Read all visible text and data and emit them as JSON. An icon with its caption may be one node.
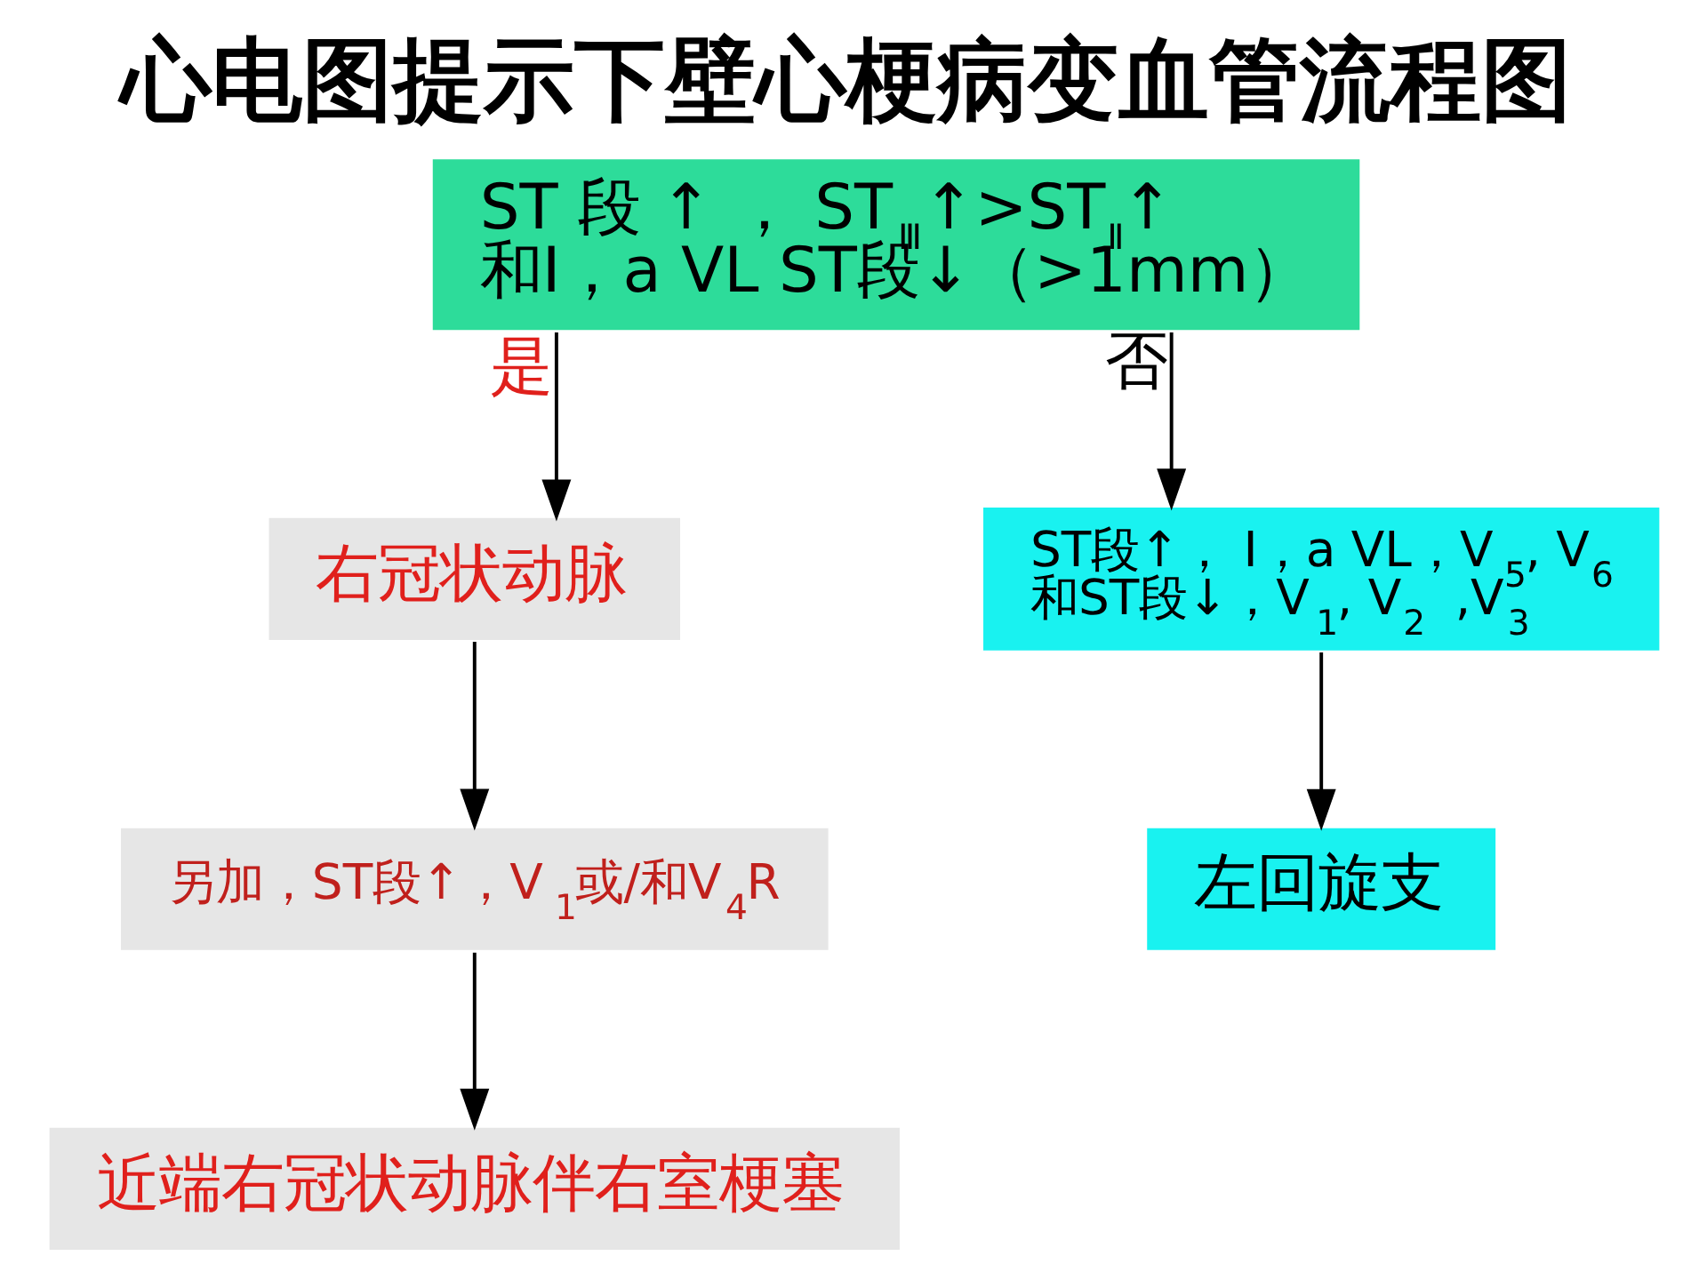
{
  "diagram": {
    "title": "心电图提示下壁心梗病变血管流程图",
    "nodes": [
      {
        "text": [
          "ST 段 ↑ ， ST$_{Ⅲ}$↑>ST$_{Ⅱ}$↑ 和Ⅰ，a VL ST段↓（>1mm）"
        ]
      },
      {
        "text": [
          "右冠状动脉"
        ]
      },
      {
        "text": [
          "另加，ST段↑，V$_{1}$或/和V$_{4}$R"
        ]
      },
      {
        "text": [
          "近端右冠状动脉伴右室梗塞"
        ]
      },
      {
        "text": [
          "ST段↑， Ⅰ，a VL，V$_{5}$, V$_{6}$ 和ST段↓，V$_{1}$, V$_{2}$ ,V$_{3}$"
        ]
      },
      {
        "text": [
          "左回旋支"
        ]
      }
    ],
    "edges": [
      {
        "from": 0,
        "to": 1,
        "arrow": "to",
        "label": "是"
      },
      {
        "from": 0,
        "to": 4,
        "arrow": "to",
        "label": "否"
      },
      {
        "from": 1,
        "to": 2,
        "arrow": "to"
      },
      {
        "from": 2,
        "to": 3,
        "arrow": "to"
      },
      {
        "from": 4,
        "to": 5,
        "arrow": "to"
      }
    ]
  }
}
